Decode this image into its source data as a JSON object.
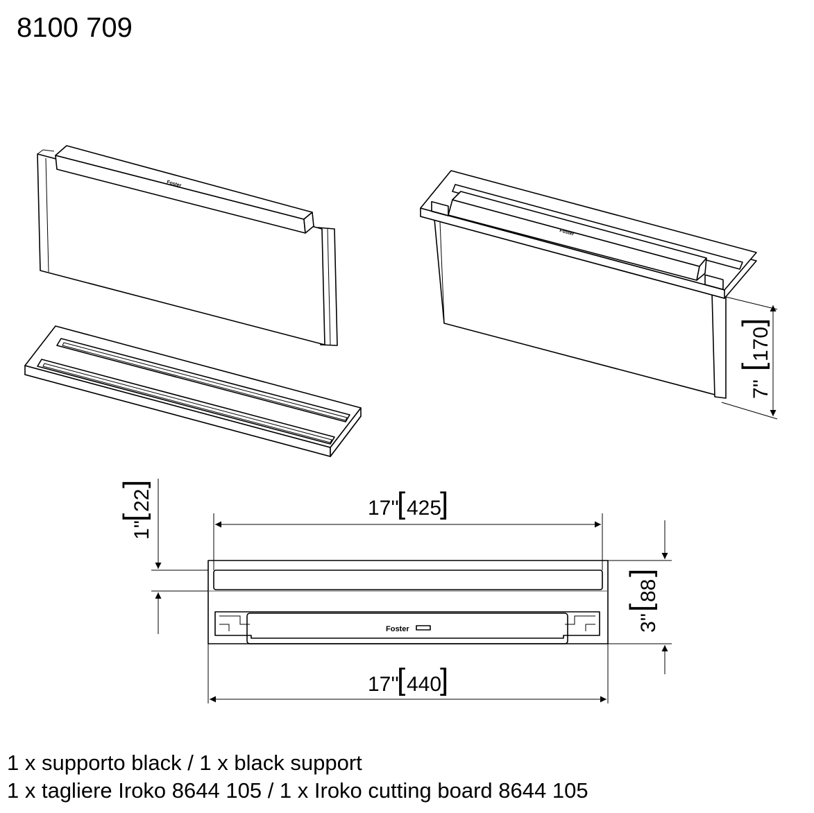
{
  "header": {
    "product_code": "8100 709"
  },
  "brand": {
    "logo_text": "Foster"
  },
  "dimensions": {
    "height": {
      "inch": "7''",
      "mm": "170"
    },
    "thickness": {
      "inch": "1''",
      "mm": "22"
    },
    "inner_width": {
      "inch": "17''",
      "mm": "425"
    },
    "outer_width": {
      "inch": "17''",
      "mm": "440"
    },
    "depth": {
      "inch": "3''",
      "mm": "88"
    }
  },
  "notes": {
    "line1": "1 x supporto black / 1 x black support",
    "line2": "1 x tagliere Iroko 8644 105 / 1 x Iroko cutting board 8644 105"
  },
  "colors": {
    "line": "#000000",
    "background": "#ffffff"
  }
}
